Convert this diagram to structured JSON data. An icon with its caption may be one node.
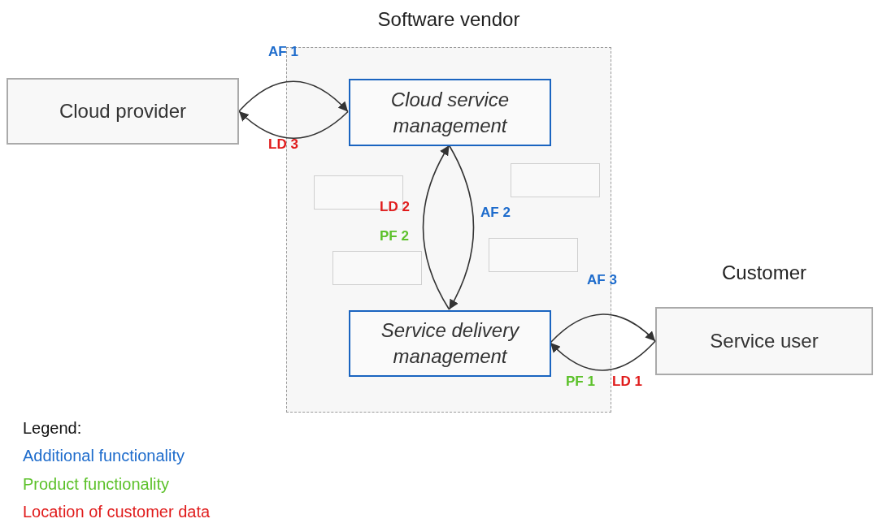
{
  "diagram": {
    "nodes": [
      {
        "text": [
          "Software vendor"
        ]
      },
      {
        "text": [
          "Cloud provider"
        ]
      },
      {
        "text": [
          "Cloud service management"
        ],
        "in": 0
      },
      {
        "text": [
          "Service delivery management"
        ],
        "in": 0
      },
      {
        "text": [],
        "shape": "box",
        "in": 0
      },
      {
        "text": [],
        "shape": "box",
        "in": 0
      },
      {
        "text": [],
        "shape": "box",
        "in": 0
      },
      {
        "text": [],
        "shape": "box",
        "in": 0
      },
      {
        "text": [
          "Customer",
          "Service user"
        ]
      }
    ],
    "edges": [
      {
        "from": 1,
        "to": 2,
        "arrow": "to"
      },
      {
        "from": 2,
        "to": 1,
        "arrow": "to"
      },
      {
        "from": 3,
        "to": 2,
        "arrow": "to"
      },
      {
        "from": 2,
        "to": 3,
        "arrow": "to"
      },
      {
        "from": 3,
        "to": 8,
        "arrow": "to"
      },
      {
        "from": 8,
        "to": 3,
        "arrow": "to"
      }
    ],
    "labels": [
      "AF 1",
      "LD 3",
      "LD 2",
      "AF 2",
      "PF 2",
      "AF 3",
      "PF 1",
      "LD 1",
      "Legend:"
    ],
    "legend": [
      {
        "text": "Additional functionality",
        "color": "#1e6ccc"
      },
      {
        "text": "Product functionality",
        "color": "#5cc12a"
      },
      {
        "text": "Location of customer data",
        "color": "#e01b1b"
      }
    ]
  }
}
